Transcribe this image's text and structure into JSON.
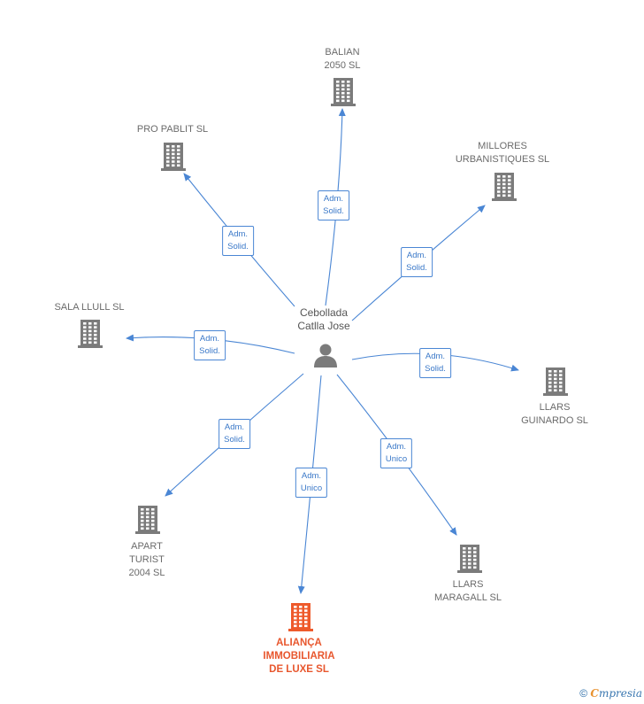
{
  "colors": {
    "edge": "#4a86d4",
    "building": "#7b7b7b",
    "main_building": "#ee5a2b",
    "person": "#7b7b7b"
  },
  "center": {
    "name": "Cebollada\nCatlla Jose"
  },
  "companies": [
    {
      "key": "balian",
      "name": "BALIAN\n2050 SL",
      "role": "Adm.\nSolid."
    },
    {
      "key": "pro_pablit",
      "name": "PRO PABLIT SL",
      "role": "Adm.\nSolid."
    },
    {
      "key": "millores",
      "name": "MILLORES\nURBANISTIQUES SL",
      "role": "Adm.\nSolid."
    },
    {
      "key": "sala_llull",
      "name": "SALA LLULL SL",
      "role": "Adm.\nSolid."
    },
    {
      "key": "llars_guinardo",
      "name": "LLARS\nGUINARDO  SL",
      "role": "Adm.\nSolid."
    },
    {
      "key": "apart_turist",
      "name": "APART\nTURIST\n2004 SL",
      "role": "Adm.\nSolid."
    },
    {
      "key": "alianca",
      "name": "ALIANÇA\nIMMOBILIARIA\nDE LUXE  SL",
      "role": "Adm.\nUnico",
      "main": true
    },
    {
      "key": "llars_maragall",
      "name": "LLARS\nMARAGALL SL",
      "role": "Adm.\nUnico"
    }
  ],
  "footer": {
    "copyright": "©",
    "brand_initial": "C",
    "brand_rest": "mpresia"
  }
}
